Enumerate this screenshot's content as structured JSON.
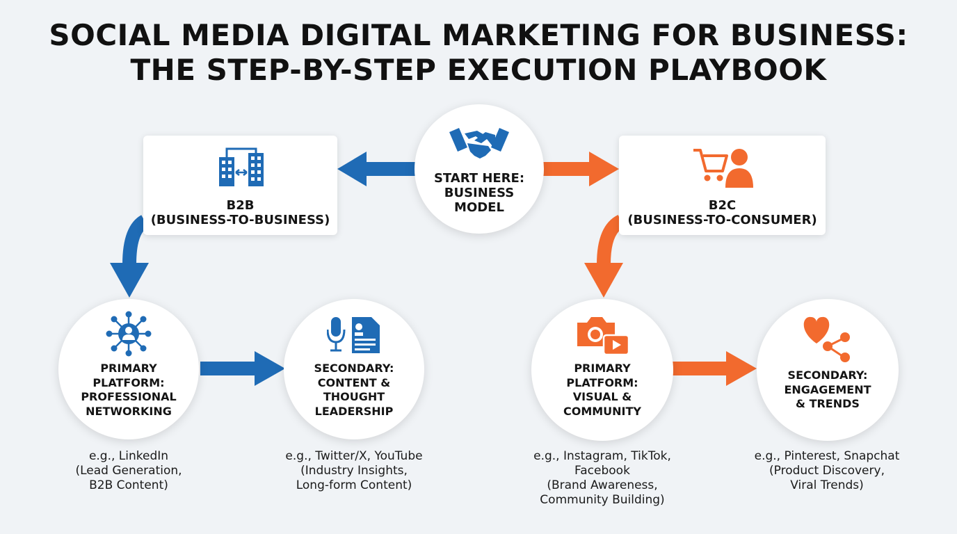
{
  "title": {
    "line1": "SOCIAL MEDIA DIGITAL MARKETING FOR BUSINESS:",
    "line2": "THE STEP-BY-STEP EXECUTION PLAYBOOK"
  },
  "colors": {
    "b2b": "#1f6bb5",
    "b2c": "#f26a2e",
    "text": "#141414"
  },
  "start": {
    "icon": "handshake-icon",
    "lines": [
      "START HERE:",
      "BUSINESS",
      "MODEL"
    ]
  },
  "b2b": {
    "icon": "office-buildings-icon",
    "lines": [
      "B2B",
      "(BUSINESS-TO-BUSINESS)"
    ],
    "primary": {
      "icon": "network-person-icon",
      "lines": [
        "PRIMARY",
        "PLATFORM:",
        "PROFESSIONAL",
        "NETWORKING"
      ],
      "examples": [
        "e.g., LinkedIn",
        "(Lead Generation,",
        "B2B Content)"
      ]
    },
    "secondary": {
      "icon": "microphone-document-icon",
      "lines": [
        "SECONDARY:",
        "CONTENT &",
        "THOUGHT",
        "LEADERSHIP"
      ],
      "examples": [
        "e.g., Twitter/X, YouTube",
        "(Industry Insights,",
        "Long-form Content)"
      ]
    }
  },
  "b2c": {
    "icon": "cart-person-icon",
    "lines": [
      "B2C",
      "(BUSINESS-TO-CONSUMER)"
    ],
    "primary": {
      "icon": "camera-video-icon",
      "lines": [
        "PRIMARY",
        "PLATFORM:",
        "VISUAL &",
        "COMMUNITY"
      ],
      "examples": [
        "e.g., Instagram, TikTok,",
        "Facebook",
        "(Brand Awareness,",
        "Community Building)"
      ]
    },
    "secondary": {
      "icon": "heart-share-icon",
      "lines": [
        "SECONDARY:",
        "ENGAGEMENT",
        "& TRENDS"
      ],
      "examples": [
        "e.g., Pinterest, Snapchat",
        "(Product Discovery,",
        "Viral Trends)"
      ]
    }
  }
}
